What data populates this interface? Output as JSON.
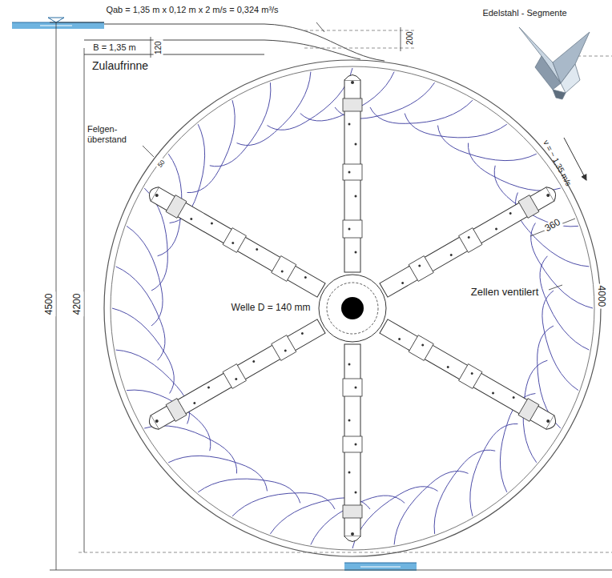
{
  "diagram": {
    "labels": [
      "Qab = 1,35 m x 0,12 m x 2 m/s = 0,324 m³/s",
      "200",
      "120",
      "B = 1,35 m",
      "Zulaufrinne",
      "Edelstahl - Segmente",
      "v = ~ 1,35 m/s",
      "Felgen- überstand",
      "50",
      "360",
      "Welle D = 140 mm",
      "Zellen ventilert",
      "4500",
      "4200",
      "4000"
    ]
  }
}
